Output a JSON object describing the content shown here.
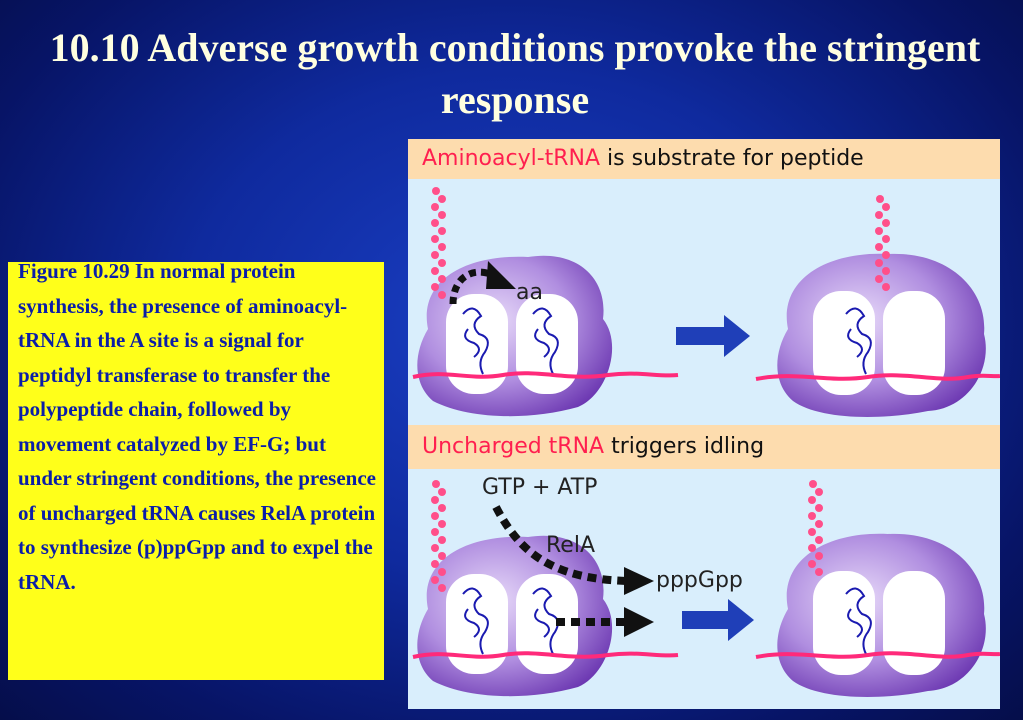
{
  "slide": {
    "title": "10.10 Adverse growth conditions provoke the stringent response"
  },
  "caption": {
    "text": "Figure 10.29 In normal protein synthesis, the presence of aminoacyl-tRNA in the A site is a signal for peptidyl transferase to transfer the polypeptide chain, followed by movement catalyzed by EF-G; but under stringent conditions, the presence of uncharged tRNA causes RelA protein to synthesize (p)ppGpp and to expel the tRNA."
  },
  "figure": {
    "top_panel": {
      "banner_highlight": "Aminoacyl-tRNA",
      "banner_rest": " is substrate for peptide",
      "label_aa": "aa"
    },
    "bottom_panel": {
      "banner_highlight": "Uncharged tRNA",
      "banner_rest": " triggers idling",
      "label_gtp_atp": "GTP + ATP",
      "label_rela": "RelA",
      "label_pppgpp": "pppGpp"
    },
    "colors": {
      "ribosome": "#9b6fd0",
      "ribosome_dark": "#6a35b0",
      "mrna": "#ff2a7a",
      "peptide": "#ff4f8a",
      "arrow_blue": "#1f3fb8",
      "highlight_text": "#ff1f4f"
    }
  }
}
